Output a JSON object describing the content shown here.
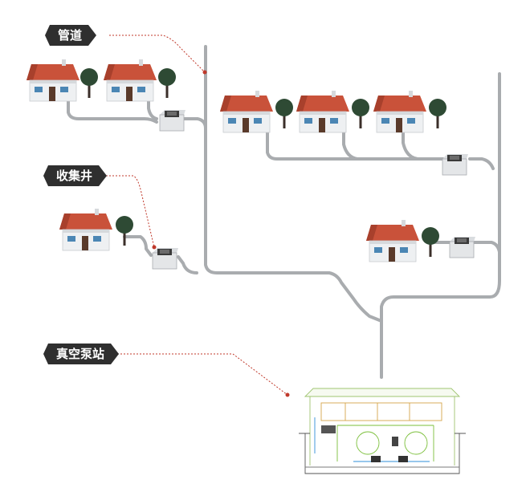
{
  "labels": {
    "pipe": "管道",
    "collection_well": "收集井",
    "pump_station": "真空泵站"
  },
  "colors": {
    "roof": "#c9523a",
    "wall": "#eef0f2",
    "pipe": "#a9acaf",
    "tree": "#2e4a34",
    "tag_bg": "#2f2f2f",
    "leader": "#c0392b",
    "station_line": "#7bbf3a"
  }
}
